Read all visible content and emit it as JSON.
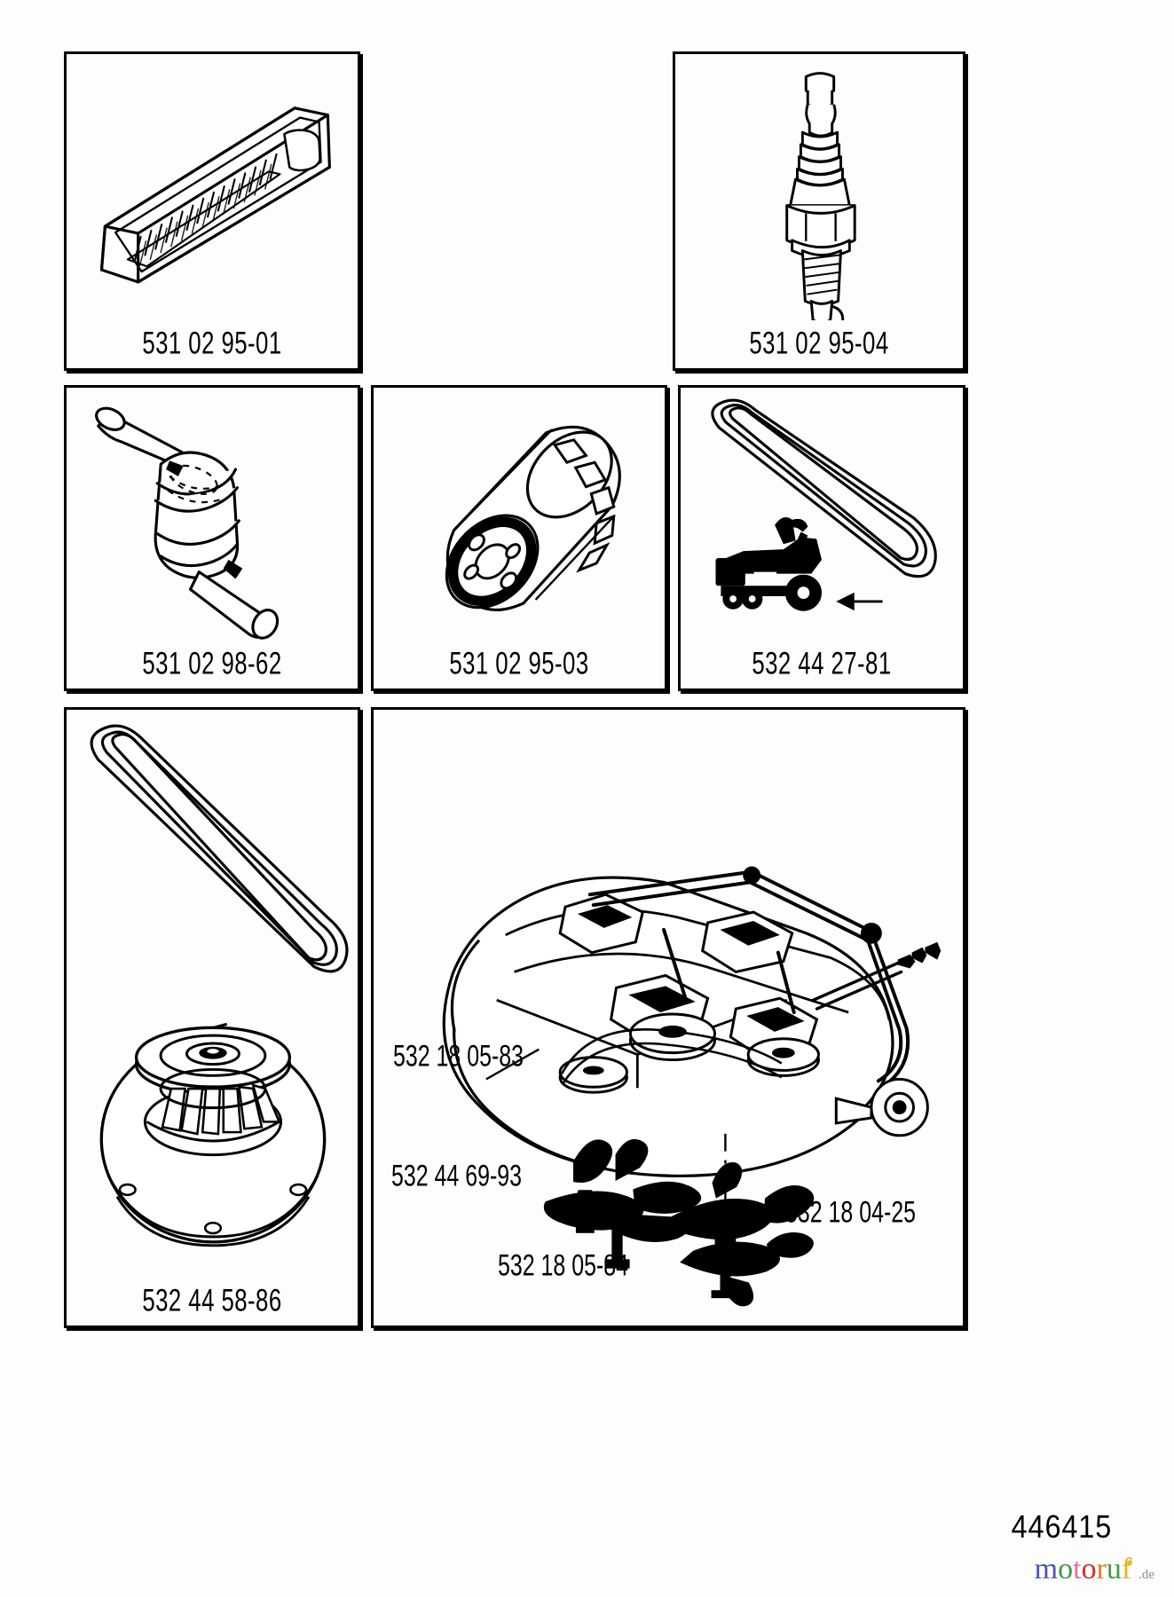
{
  "document": {
    "type": "parts-diagram",
    "page_number": "446415"
  },
  "panels": [
    {
      "id": "air-filter",
      "part_number": "531 02 95-01",
      "icon": "air-filter-cartridge-icon",
      "description": "Air filter cartridge"
    },
    {
      "id": "spark-plug",
      "part_number": "531 02 95-04",
      "icon": "spark-plug-icon",
      "description": "Spark plug"
    },
    {
      "id": "fuel-filter",
      "part_number": "531 02 98-62",
      "icon": "fuel-filter-icon",
      "description": "In-line fuel filter"
    },
    {
      "id": "oil-filter",
      "part_number": "531 02 95-03",
      "icon": "oil-filter-icon",
      "description": "Oil filter canister"
    },
    {
      "id": "drive-belt",
      "part_number": "532 44 27-81",
      "icon": "drive-belt-icon",
      "description": "Drive belt with tractor reference"
    },
    {
      "id": "mandrel-assembly",
      "part_number": "532 44 58-86",
      "icon": "mandrel-pulley-belt-icon",
      "description": "Mower belt and mandrel / pulley assembly"
    }
  ],
  "deck_panel": {
    "id": "mower-deck",
    "icon": "mower-deck-assembly-icon",
    "labels": [
      {
        "name": "deck-assembly-label",
        "part_number": "532 18 05-83"
      },
      {
        "name": "blade-bolt-label",
        "part_number": "532 44 69-93"
      },
      {
        "name": "left-blade-label",
        "part_number": "532 18 05-84"
      },
      {
        "name": "right-blade-label",
        "part_number": "532 18 04-25"
      }
    ]
  },
  "watermark": {
    "letters": [
      {
        "char": "m",
        "color": "#4a56b0"
      },
      {
        "char": "o",
        "color": "#3f9b45"
      },
      {
        "char": "t",
        "color": "#e06fa8"
      },
      {
        "char": "o",
        "color": "#d32b2b"
      },
      {
        "char": "r",
        "color": "#e87b22"
      },
      {
        "char": "u",
        "color": "#3f9b45"
      },
      {
        "char": "f",
        "color": "#e8b424"
      }
    ],
    "suffix": ".de",
    "suffix_color": "#8d8d8d"
  }
}
